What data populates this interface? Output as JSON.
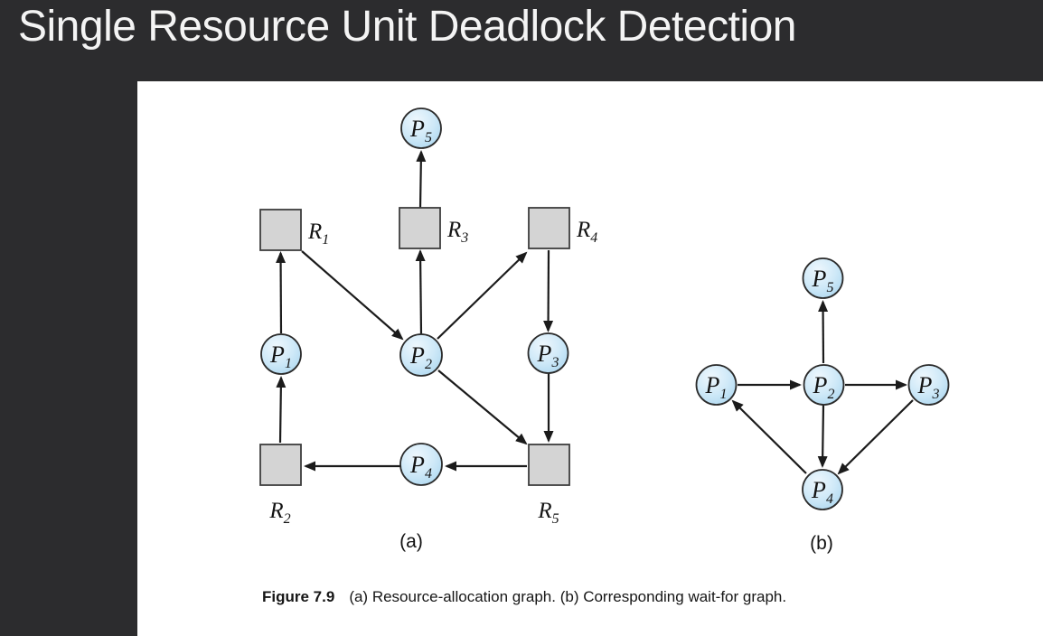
{
  "slide": {
    "title": "Single Resource Unit Deadlock Detection"
  },
  "figure": {
    "caption": {
      "label": "Figure 7.9",
      "text": "(a) Resource-allocation graph. (b) Corresponding wait-for graph."
    },
    "colors": {
      "slide_background": "#2c2c2e",
      "panel_background": "#ffffff",
      "title_color": "#f4f4f4",
      "process_node_fill": "#cfe9f8",
      "process_node_fill_edge": "#aed8f0",
      "resource_node_fill": "#d4d4d4",
      "outline": "#2b2b2b",
      "edge_line": "#1b1b1b",
      "label_text": "#141414"
    },
    "graph_a": {
      "sublabel": "(a)",
      "nodes": {
        "P1": {
          "label": "P",
          "sub": "1",
          "type": "process"
        },
        "P2": {
          "label": "P",
          "sub": "2",
          "type": "process"
        },
        "P3": {
          "label": "P",
          "sub": "3",
          "type": "process"
        },
        "P4": {
          "label": "P",
          "sub": "4",
          "type": "process"
        },
        "P5": {
          "label": "P",
          "sub": "5",
          "type": "process"
        },
        "R1": {
          "label": "R",
          "sub": "1",
          "type": "resource"
        },
        "R2": {
          "label": "R",
          "sub": "2",
          "type": "resource"
        },
        "R3": {
          "label": "R",
          "sub": "3",
          "type": "resource"
        },
        "R4": {
          "label": "R",
          "sub": "4",
          "type": "resource"
        },
        "R5": {
          "label": "R",
          "sub": "5",
          "type": "resource"
        }
      },
      "edges": [
        {
          "from": "P1",
          "to": "R1",
          "type": "request"
        },
        {
          "from": "R1",
          "to": "P2",
          "type": "assignment"
        },
        {
          "from": "P2",
          "to": "R3",
          "type": "request"
        },
        {
          "from": "R3",
          "to": "P5",
          "type": "assignment"
        },
        {
          "from": "P2",
          "to": "R4",
          "type": "request"
        },
        {
          "from": "R4",
          "to": "P3",
          "type": "assignment"
        },
        {
          "from": "P3",
          "to": "R5",
          "type": "request"
        },
        {
          "from": "P2",
          "to": "R5",
          "type": "request"
        },
        {
          "from": "R5",
          "to": "P4",
          "type": "assignment"
        },
        {
          "from": "P4",
          "to": "R2",
          "type": "request"
        },
        {
          "from": "R2",
          "to": "P1",
          "type": "assignment"
        }
      ]
    },
    "graph_b": {
      "sublabel": "(b)",
      "nodes": {
        "P1": {
          "label": "P",
          "sub": "1",
          "type": "process"
        },
        "P2": {
          "label": "P",
          "sub": "2",
          "type": "process"
        },
        "P3": {
          "label": "P",
          "sub": "3",
          "type": "process"
        },
        "P4": {
          "label": "P",
          "sub": "4",
          "type": "process"
        },
        "P5": {
          "label": "P",
          "sub": "5",
          "type": "process"
        }
      },
      "edges": [
        {
          "from": "P1",
          "to": "P2"
        },
        {
          "from": "P2",
          "to": "P5"
        },
        {
          "from": "P2",
          "to": "P3"
        },
        {
          "from": "P2",
          "to": "P4"
        },
        {
          "from": "P3",
          "to": "P4"
        },
        {
          "from": "P4",
          "to": "P1"
        }
      ]
    }
  }
}
